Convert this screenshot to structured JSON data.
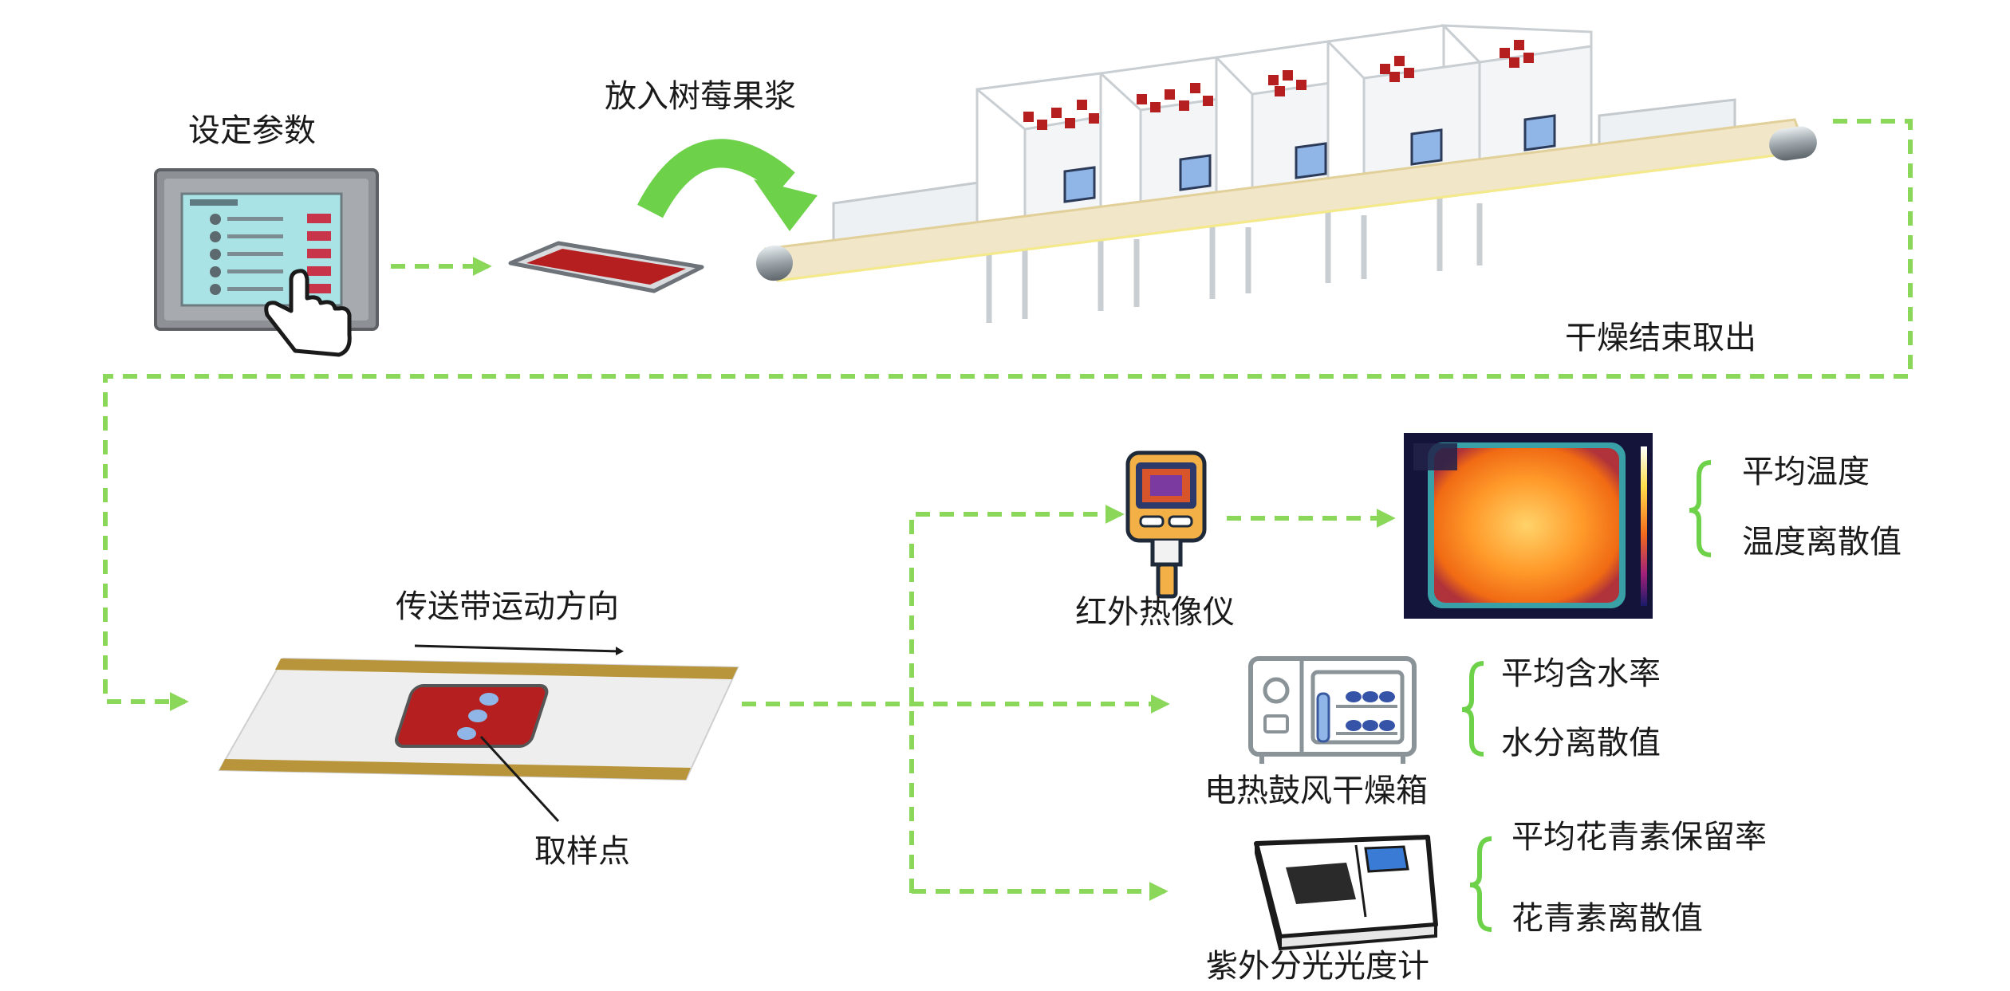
{
  "steps": {
    "set_params": "设定参数",
    "add_puree": "放入树莓果浆",
    "dry_end": "干燥结束取出",
    "belt_direction": "传送带运动方向",
    "sampling_point": "取样点"
  },
  "instruments": {
    "thermal_camera": "红外热像仪",
    "oven": "电热鼓风干燥箱",
    "spectrophotometer": "紫外分光光度计"
  },
  "measures": {
    "thermal": [
      "平均温度",
      "温度离散值"
    ],
    "oven": [
      "平均含水率",
      "水分离散值"
    ],
    "spectro": [
      "平均花青素保留率",
      "花青素离散值"
    ]
  },
  "colors": {
    "flow_arrow": "#8ad75a",
    "curved_arrow": "#6ed14a",
    "belt": "#f2e6c8",
    "puree": "#b51f1f",
    "tray_blue": "#8fb6e6",
    "belt_edge": "#b8943a"
  }
}
